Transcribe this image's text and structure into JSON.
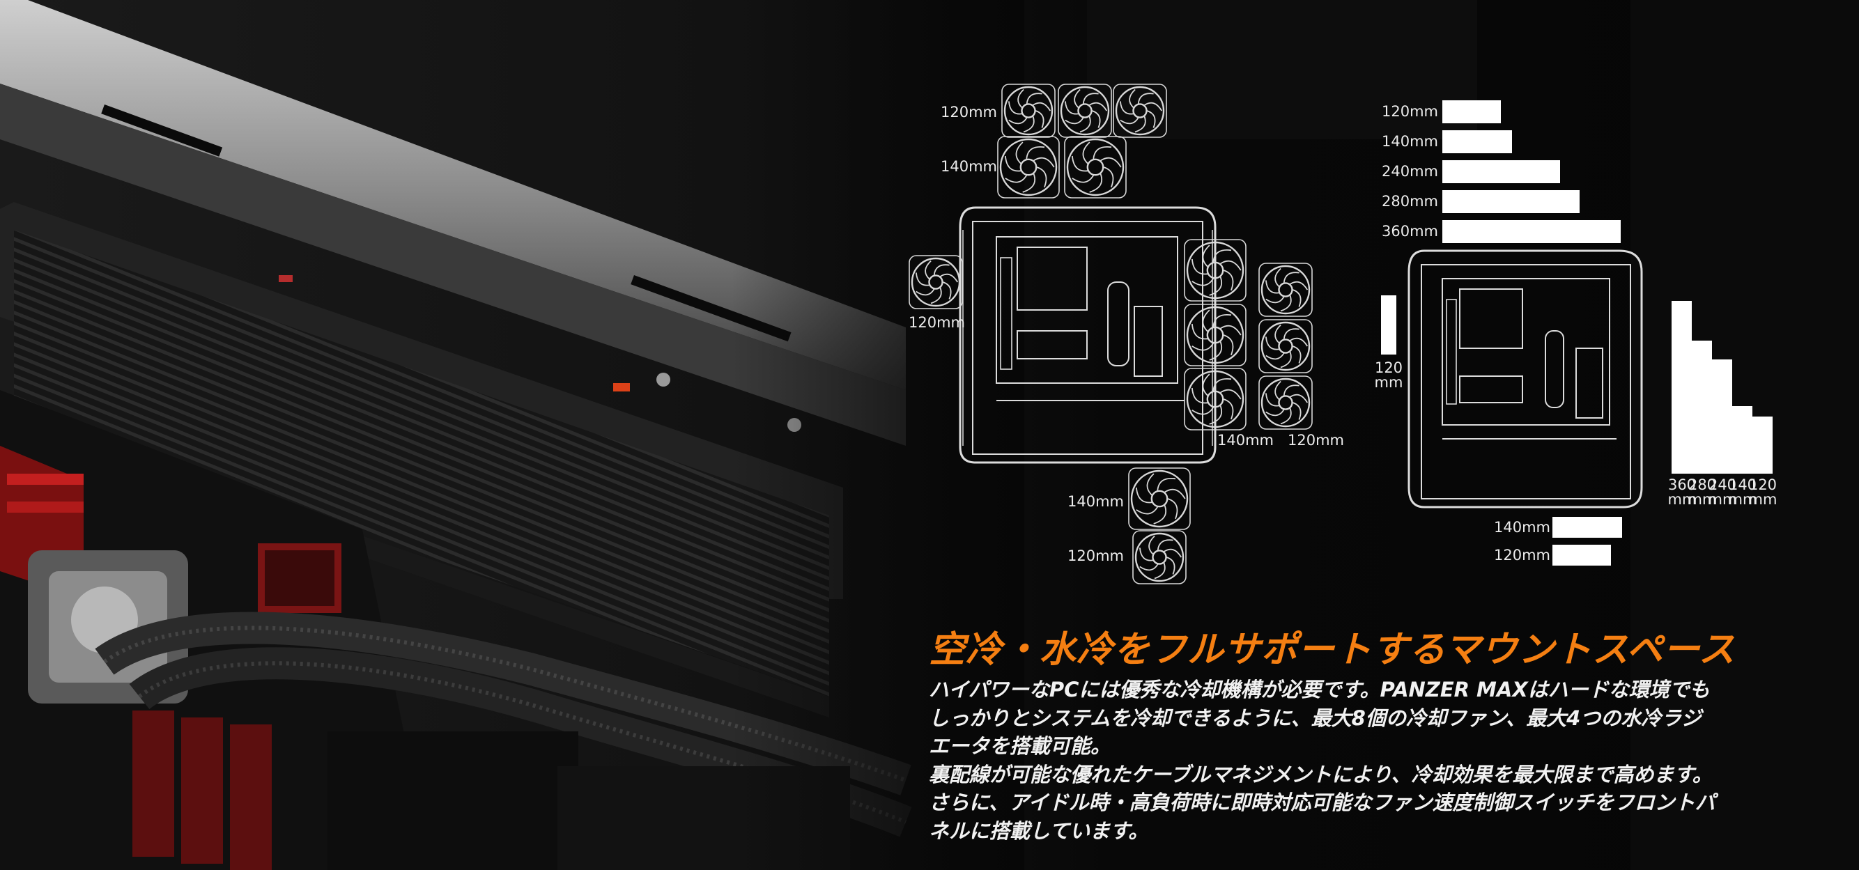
{
  "left_diagram": {
    "labels": {
      "top_row_120": "120mm",
      "top_row_140": "140mm",
      "side_left_120": "120mm",
      "right_col_140": "140mm",
      "right_col_120": "120mm",
      "bottom_140": "140mm",
      "bottom_120": "120mm"
    }
  },
  "right_diagram": {
    "top_bars": [
      {
        "label": "120mm",
        "level": 0.33
      },
      {
        "label": "140mm",
        "level": 0.39
      },
      {
        "label": "240mm",
        "level": 0.66
      },
      {
        "label": "280mm",
        "level": 0.77
      },
      {
        "label": "360mm",
        "level": 1.0
      }
    ],
    "left_bar": {
      "label_num": "120",
      "label_unit": "mm"
    },
    "right_bars": [
      {
        "label_num": "360",
        "label_unit": "mm",
        "level": 1.0
      },
      {
        "label_num": "280",
        "label_unit": "mm",
        "level": 0.77
      },
      {
        "label_num": "240",
        "label_unit": "mm",
        "level": 0.66
      },
      {
        "label_num": "140",
        "label_unit": "mm",
        "level": 0.39
      },
      {
        "label_num": "120",
        "label_unit": "mm",
        "level": 0.33
      }
    ],
    "bottom_bars": [
      {
        "label": "140mm",
        "level": 0.39
      },
      {
        "label": "120mm",
        "level": 0.33
      }
    ]
  },
  "heading": "空冷・水冷をフルサポートするマウントスペース",
  "body_lines": [
    "ハイパワーなPCには優秀な冷却機構が必要です。PANZER MAXはハードな環境でも",
    "しっかりとシステムを冷却できるように、最大8個の冷却ファン、最大4つの水冷ラジ",
    "エータを搭載可能。",
    "裏配線が可能な優れたケーブルマネジメントにより、冷却効果を最大限まで高めます。",
    "さらに、アイドル時・高負荷時に即時対応可能なファン速度制御スイッチをフロントパ",
    "ネルに搭載しています。"
  ],
  "colors": {
    "accent": "#f57f12",
    "text": "#f2f2f2",
    "background": "#070707"
  }
}
